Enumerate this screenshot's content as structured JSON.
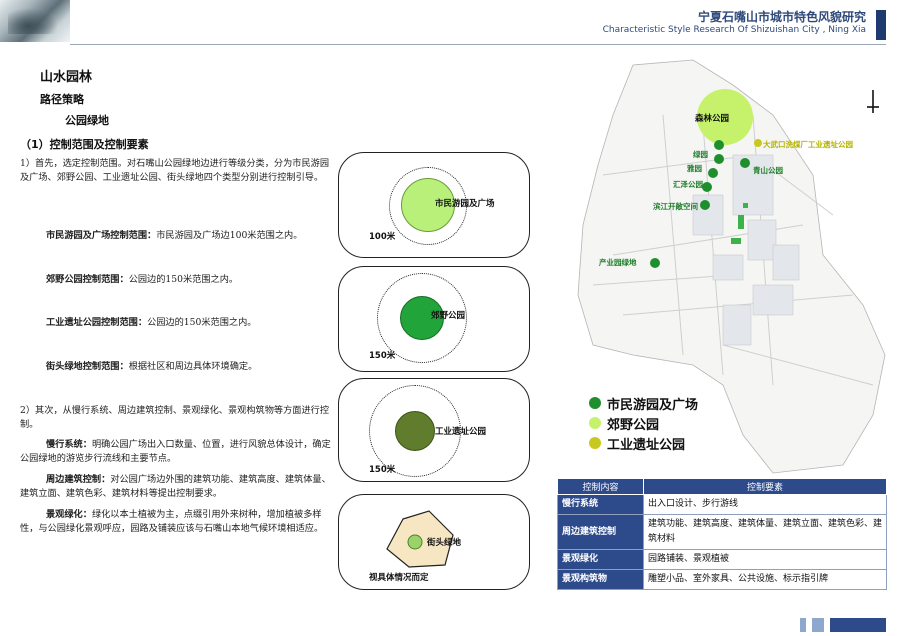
{
  "header": {
    "title_cn": "宁夏石嘴山市城市特色风貌研究",
    "title_en": "Characteristic  Style Research Of Shizuishan City , Ning Xia"
  },
  "headings": {
    "h1": "山水园林",
    "h2": "路径策略",
    "h3": "公园绿地",
    "h4": "（1）控制范围及控制要素"
  },
  "text": {
    "p1": "1）首先，选定控制范围。对石嘴山公园绿地边进行等级分类，分为市民游园及广场、郊野公园、工业遗址公园、街头绿地四个类型分别进行控制引导。",
    "c1_label": "市民游园及广场控制范围：",
    "c1_text": "市民游园及广场边100米范围之内。",
    "c2_label": "郊野公园控制范围：",
    "c2_text": "公园边的150米范围之内。",
    "c3_label": "工业遗址公园控制范围：",
    "c3_text": "公园边的150米范围之内。",
    "c4_label": "街头绿地控制范围：",
    "c4_text": "根据社区和周边具体环境确定。",
    "p2": "2）其次，从慢行系统、周边建筑控制、景观绿化、景观构筑物等方面进行控制。",
    "s1_label": "慢行系统：",
    "s1_text": "明确公园广场出入口数量、位置，进行风貌总体设计，确定公园绿地的游览步行流线和主要节点。",
    "s2_label": "周边建筑控制：",
    "s2_text": "对公园广场边外围的建筑功能、建筑高度、建筑体量、建筑立面、建筑色彩、建筑材料等提出控制要求。",
    "s3_label": "景观绿化：",
    "s3_text": "绿化以本土植被为主，点缀引用外来树种，增加植被多样性，与公园绿化景观呼应，园路及铺装应该与石嘴山本地气候环境相适应。"
  },
  "diagrams": [
    {
      "label": "市民游园及广场",
      "distance": "100米",
      "color": "#b8f07a"
    },
    {
      "label": "郊野公园",
      "distance": "150米",
      "color": "#21a43a"
    },
    {
      "label": "工业遗址公园",
      "distance": "150米",
      "color": "#5f7d2c"
    },
    {
      "label": "街头绿地",
      "distance": "视具体情况而定",
      "color": "#9bd36b"
    }
  ],
  "map": {
    "parks": [
      {
        "name": "森林公园"
      },
      {
        "name": "大武口洗煤厂工业遗址公园"
      },
      {
        "name": "绿园"
      },
      {
        "name": "雅园"
      },
      {
        "name": "汇泽公园"
      },
      {
        "name": "青山公园"
      },
      {
        "name": "滨江开敞空间"
      },
      {
        "name": "产业园绿地"
      }
    ],
    "legend": [
      {
        "name": "市民游园及广场",
        "color": "#1f8f2e"
      },
      {
        "name": "郊野公园",
        "color": "#c6f26b"
      },
      {
        "name": "工业遗址公园",
        "color": "#c8c81e"
      }
    ]
  },
  "table": {
    "headers": [
      "控制内容",
      "控制要素"
    ],
    "rows": [
      {
        "k": "慢行系统",
        "v": "出入口设计、步行游线"
      },
      {
        "k": "周边建筑控制",
        "v": "建筑功能、建筑高度、建筑体量、建筑立面、建筑色彩、建筑材料"
      },
      {
        "k": "景观绿化",
        "v": "园路铺装、景观植被"
      },
      {
        "k": "景观构筑物",
        "v": "雕塑小品、室外家具、公共设施、标示指引牌"
      }
    ]
  }
}
